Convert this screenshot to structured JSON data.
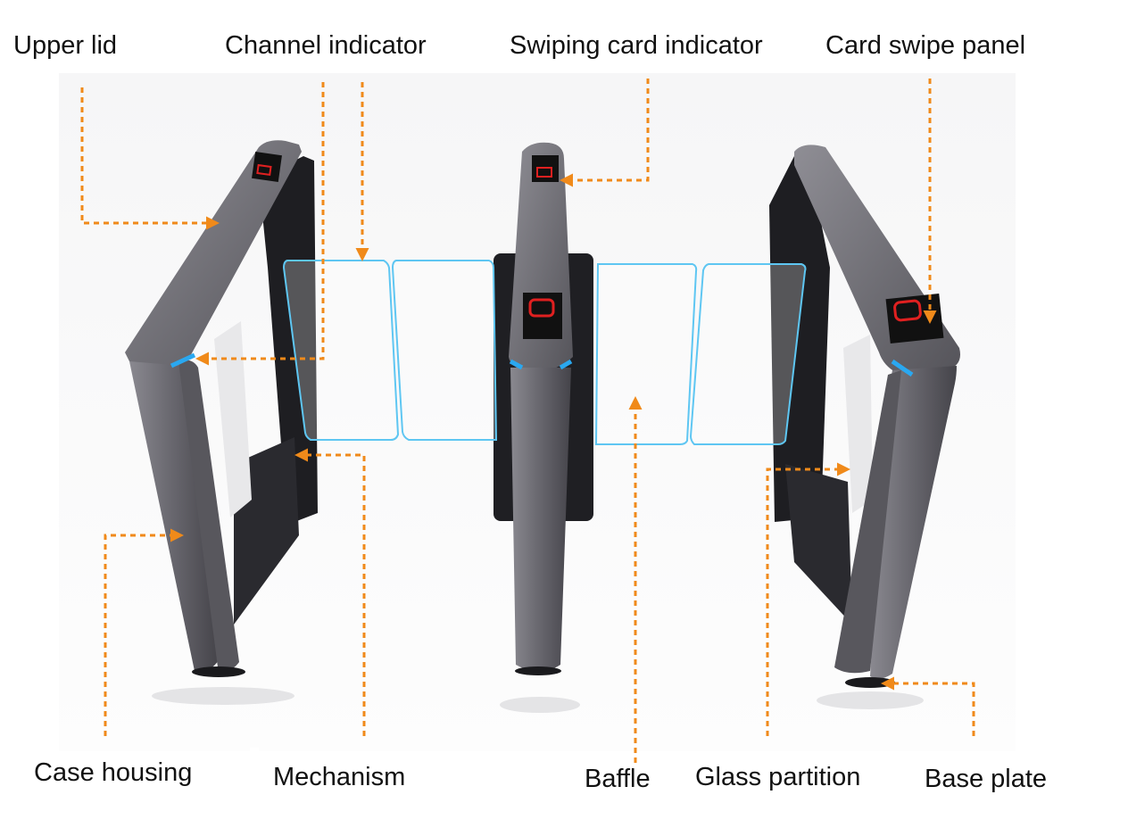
{
  "labels": {
    "upper_lid": "Upper lid",
    "channel_indicator": "Channel indicator",
    "swiping_card_indicator": "Swiping card indicator",
    "card_swipe_panel": "Card swipe panel",
    "case_housing": "Case housing",
    "mechanism": "Mechanism",
    "baffle": "Baffle",
    "glass_partition": "Glass partition",
    "base_plate": "Base plate"
  },
  "colors": {
    "leader": "#f08a1a",
    "body": "#6b6a70",
    "body_dark": "#3c3b40",
    "frame": "#1c1c20",
    "glass_edge": "#5ec6f2",
    "indicator_red": "#e02020",
    "indicator_blue": "#2aa8f0"
  }
}
